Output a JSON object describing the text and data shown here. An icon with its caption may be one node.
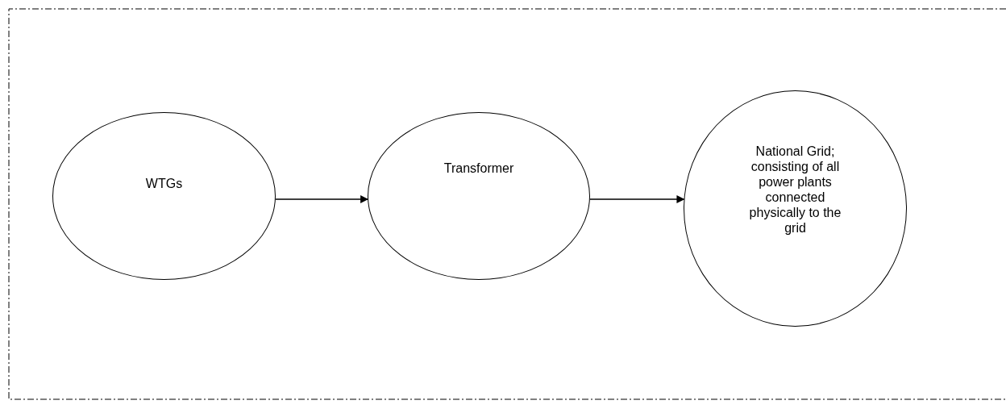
{
  "diagram": {
    "nodes": [
      {
        "text": [],
        "shape": "box"
      },
      {
        "text": [
          "WTGs"
        ],
        "in": 0
      },
      {
        "text": [
          "Transformer"
        ],
        "in": 0
      },
      {
        "text": [
          "National Grid; consisting of all power plants connected physically to the grid"
        ],
        "in": 0
      }
    ],
    "edges": [
      {
        "from": 1,
        "to": 2,
        "arrow": "to"
      },
      {
        "from": 2,
        "to": 3,
        "arrow": "to"
      }
    ]
  }
}
